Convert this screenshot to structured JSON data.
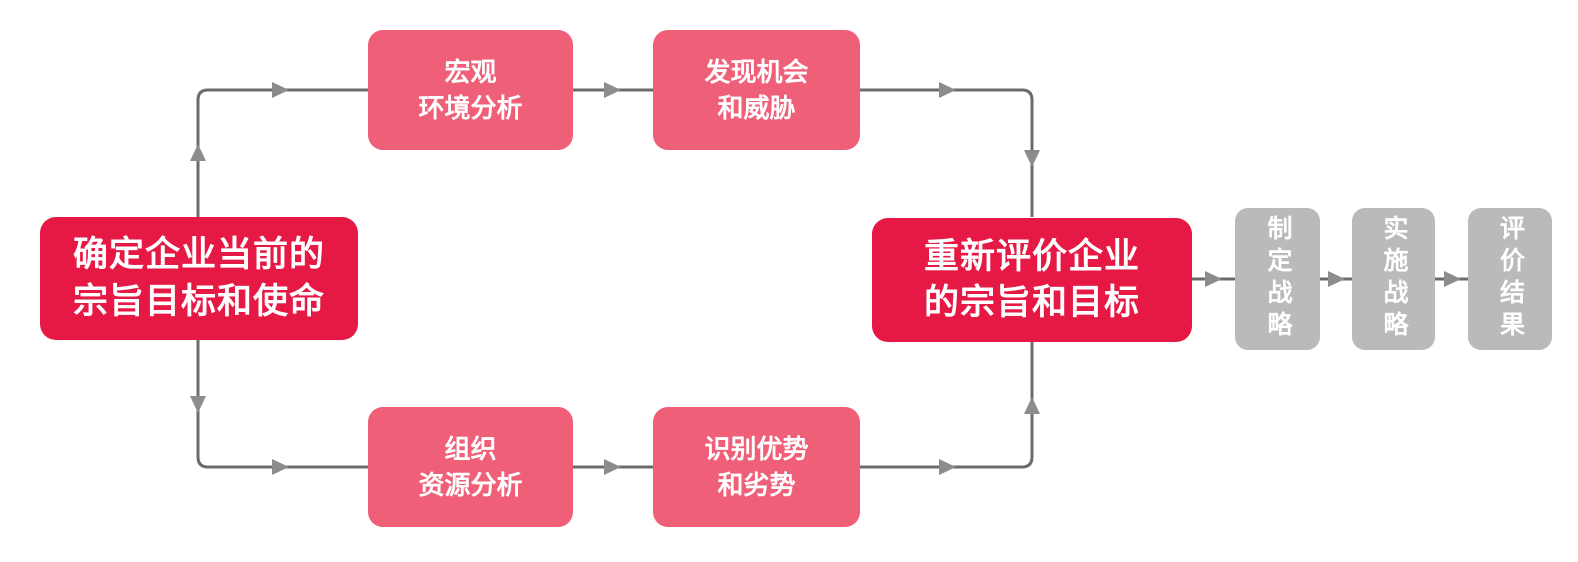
{
  "colors": {
    "crimson": "#E61944",
    "pink": "#F05F78",
    "gray": "#BABABA",
    "line": "#6B6B6B",
    "arrow": "#8C8C8C",
    "text": "#FFFFFF",
    "background": "#FFFFFF"
  },
  "nodes": {
    "current_mission": {
      "line1": "确定企业当前的",
      "line2": "宗旨目标和使命"
    },
    "macro_env": {
      "line1": "宏观",
      "line2": "环境分析"
    },
    "opportunities_threats": {
      "line1": "发现机会",
      "line2": "和威胁"
    },
    "org_resources": {
      "line1": "组织",
      "line2": "资源分析"
    },
    "strengths_weaknesses": {
      "line1": "识别优势",
      "line2": "和劣势"
    },
    "reevaluate_goals": {
      "line1": "重新评价企业",
      "line2": "的宗旨和目标"
    },
    "formulate_strategy": {
      "label": "制定战略"
    },
    "implement_strategy": {
      "label": "实施战略"
    },
    "evaluate_results": {
      "label": "评价结果"
    }
  }
}
